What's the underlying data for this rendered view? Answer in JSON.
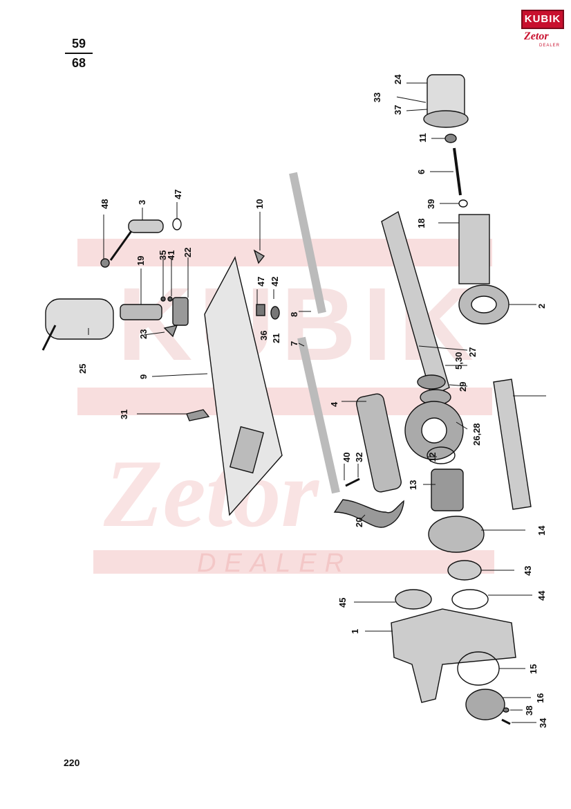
{
  "header": {
    "fraction_top": "59",
    "fraction_bottom": "68"
  },
  "footer": {
    "page_number": "220"
  },
  "logo": {
    "brand": "KUBIK",
    "sub": "Zetor",
    "tag": "DEALER"
  },
  "watermark": {
    "brand": "Zetor",
    "tag": "DEALER"
  },
  "colors": {
    "watermark": "#f3c7c7",
    "logo_red": "#c8102e",
    "ink": "#111111"
  },
  "part_labels": {
    "p1": "1",
    "p2": "2",
    "p3": "3",
    "p4": "4",
    "p5": "5,30",
    "p6": "6",
    "p7": "7",
    "p8": "8",
    "p9": "9",
    "p10": "10",
    "p11": "11",
    "p12": "12",
    "p13": "13",
    "p14": "14",
    "p15": "15",
    "p16": "16",
    "p18": "18",
    "p19": "19",
    "p20": "20",
    "p21": "21",
    "p22": "22",
    "p23": "23",
    "p24": "24",
    "p25": "25",
    "p26": "26,28",
    "p27": "27",
    "p29": "29",
    "p31": "31",
    "p32": "32",
    "p33": "33",
    "p34": "34",
    "p35": "35",
    "p36": "36",
    "p37": "37",
    "p38": "38",
    "p39": "39",
    "p40": "40",
    "p41": "41",
    "p42": "42",
    "p43": "43",
    "p44": "44",
    "p45": "45",
    "p47a": "47",
    "p47b": "47",
    "p48": "48"
  }
}
